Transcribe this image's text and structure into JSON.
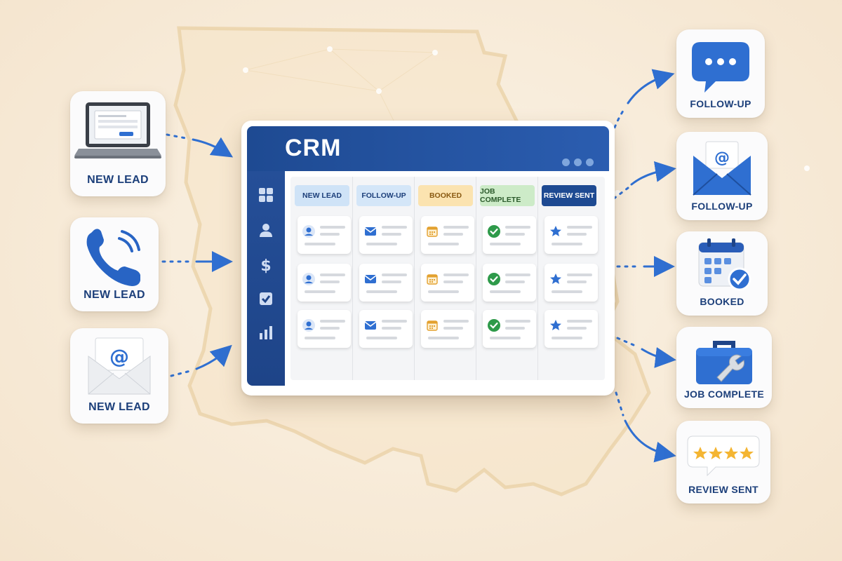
{
  "crm": {
    "title": "CRM",
    "sidebar_icons": [
      "dashboard-icon",
      "user-icon",
      "dollar-icon",
      "checkbox-icon",
      "bar-chart-icon"
    ],
    "columns": [
      {
        "label": "NEW LEAD",
        "bg": "#cfe3f7",
        "fg": "#1c3f7a",
        "card_icon": "user-icon"
      },
      {
        "label": "FOLLOW-UP",
        "bg": "#d4e6f8",
        "fg": "#1c3f7a",
        "card_icon": "mail-icon"
      },
      {
        "label": "BOOKED",
        "bg": "#fbe3b0",
        "fg": "#8a5a12",
        "card_icon": "calendar-icon"
      },
      {
        "label": "JOB COMPLETE",
        "bg": "#cdebc8",
        "fg": "#2b5a2b",
        "card_icon": "check-icon"
      },
      {
        "label": "REVIEW SENT",
        "bg": "#1e4a92",
        "fg": "#ffffff",
        "card_icon": "star-icon"
      }
    ],
    "cards_per_column": 3
  },
  "inputs": [
    {
      "label": "NEW LEAD",
      "icon": "laptop-icon"
    },
    {
      "label": "NEW LEAD",
      "icon": "phone-icon"
    },
    {
      "label": "NEW LEAD",
      "icon": "email-at-icon"
    }
  ],
  "outputs": [
    {
      "label": "FOLLOW-UP",
      "icon": "chat-bubble-icon"
    },
    {
      "label": "FOLLOW-UP",
      "icon": "email-at-icon"
    },
    {
      "label": "BOOKED",
      "icon": "calendar-check-icon"
    },
    {
      "label": "JOB COMPLETE",
      "icon": "toolbox-icon"
    },
    {
      "label": "REVIEW SENT",
      "icon": "review-stars-icon"
    }
  ],
  "colors": {
    "primary_blue": "#1e4a92",
    "accent_blue": "#2f6fd1",
    "label_navy": "#1c3f7a",
    "background": "#f7ead7"
  }
}
